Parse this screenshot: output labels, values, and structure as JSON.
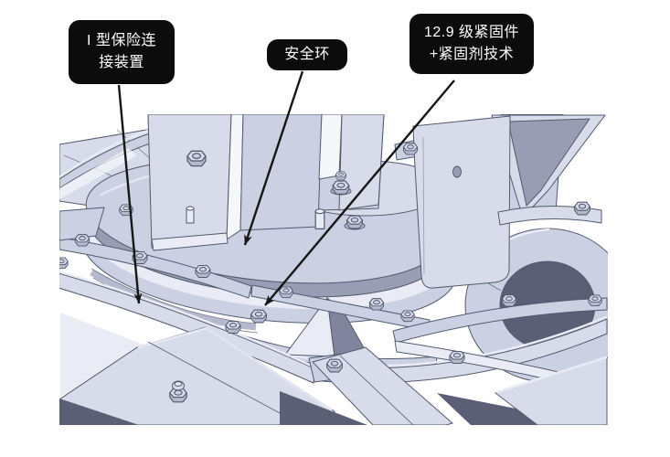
{
  "callouts": [
    {
      "id": "safety-connector",
      "text": "I 型保险连\n接装置"
    },
    {
      "id": "safety-ring",
      "text": "安全环"
    },
    {
      "id": "fastener-tech",
      "text": "12.9 级紧固件\n+紧固剂技术"
    }
  ],
  "illustration": "fan-hub-cad-render",
  "colors": {
    "page-bg": "#ffffff",
    "ink": "#161616",
    "callout-bg": "#0c0c0c",
    "callout-text": "#ffffff",
    "cad-line": "#535a6e",
    "cad-base": "#cbd0e2",
    "cad-light": "#d8dcea",
    "cad-bright": "#eaecf5",
    "cad-white": "#f6f7fb",
    "cad-mid": "#b4b9cd",
    "cad-shadow": "#989db4",
    "cad-dark": "#80859d",
    "cad-deep": "#5b5f76"
  }
}
